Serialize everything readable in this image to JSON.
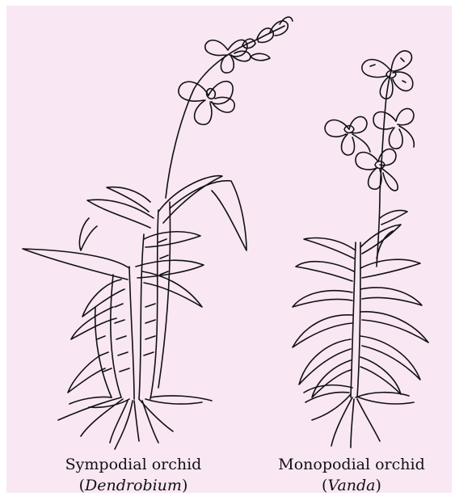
{
  "labels": {
    "sympodial": {
      "name": "Sympodial orchid",
      "open_paren": "(",
      "genus": "Dendrobium",
      "close_paren": ")"
    },
    "monopodial": {
      "name": "Monopodial orchid",
      "open_paren": "(",
      "genus": "Vanda",
      "close_paren": ")"
    }
  },
  "colors": {
    "background": "#f9e7f4",
    "ink": "#111111"
  }
}
